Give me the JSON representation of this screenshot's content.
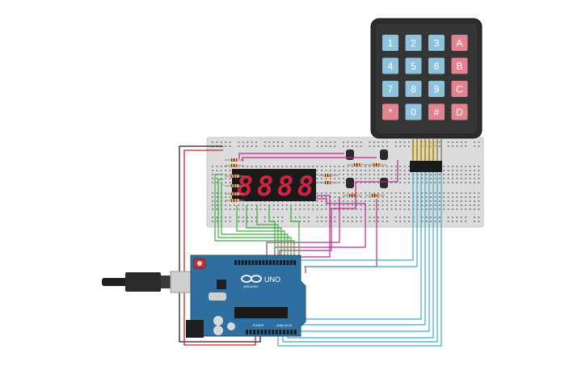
{
  "keypad": {
    "keys": [
      {
        "label": "1",
        "kind": "num"
      },
      {
        "label": "2",
        "kind": "num"
      },
      {
        "label": "3",
        "kind": "num"
      },
      {
        "label": "A",
        "kind": "letter"
      },
      {
        "label": "4",
        "kind": "num"
      },
      {
        "label": "5",
        "kind": "num"
      },
      {
        "label": "6",
        "kind": "num"
      },
      {
        "label": "B",
        "kind": "letter"
      },
      {
        "label": "7",
        "kind": "num"
      },
      {
        "label": "8",
        "kind": "num"
      },
      {
        "label": "9",
        "kind": "num"
      },
      {
        "label": "C",
        "kind": "letter"
      },
      {
        "label": "*",
        "kind": "letter"
      },
      {
        "label": "0",
        "kind": "num"
      },
      {
        "label": "#",
        "kind": "letter"
      },
      {
        "label": "D",
        "kind": "letter"
      }
    ],
    "colors": {
      "num": "#8fc3dd",
      "letter": "#e2838f",
      "body": "#2b2b2b"
    }
  },
  "display": {
    "digits": [
      "8",
      "8",
      "8",
      "8"
    ],
    "color": "#d0233f"
  },
  "arduino": {
    "brand": "ARDUINO",
    "model": "UNO",
    "power_label": "POWER",
    "analog_label": "ANALOG IN",
    "board_color": "#2f6fa0"
  },
  "wire_colors": {
    "green": "#3fae3f",
    "magenta": "#c0288f",
    "cyan": "#3fa9c9",
    "black": "#222222",
    "red": "#d22424"
  }
}
